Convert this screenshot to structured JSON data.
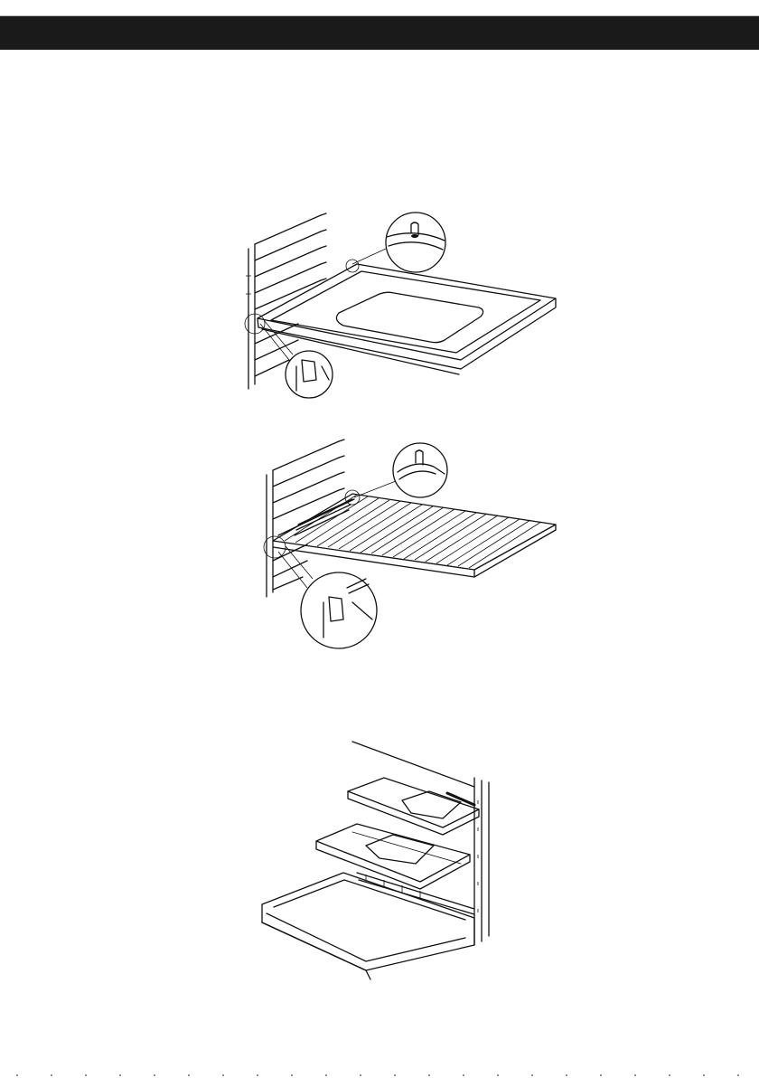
{
  "header": {
    "bar_color": "#1a1a1a"
  },
  "figures": [
    {
      "id": "tray-on-side-rack"
    },
    {
      "id": "wire-grid-on-side-rack"
    },
    {
      "id": "oven-with-inserted-trays"
    }
  ],
  "colors": {
    "line": "#111111",
    "background": "#ffffff"
  }
}
